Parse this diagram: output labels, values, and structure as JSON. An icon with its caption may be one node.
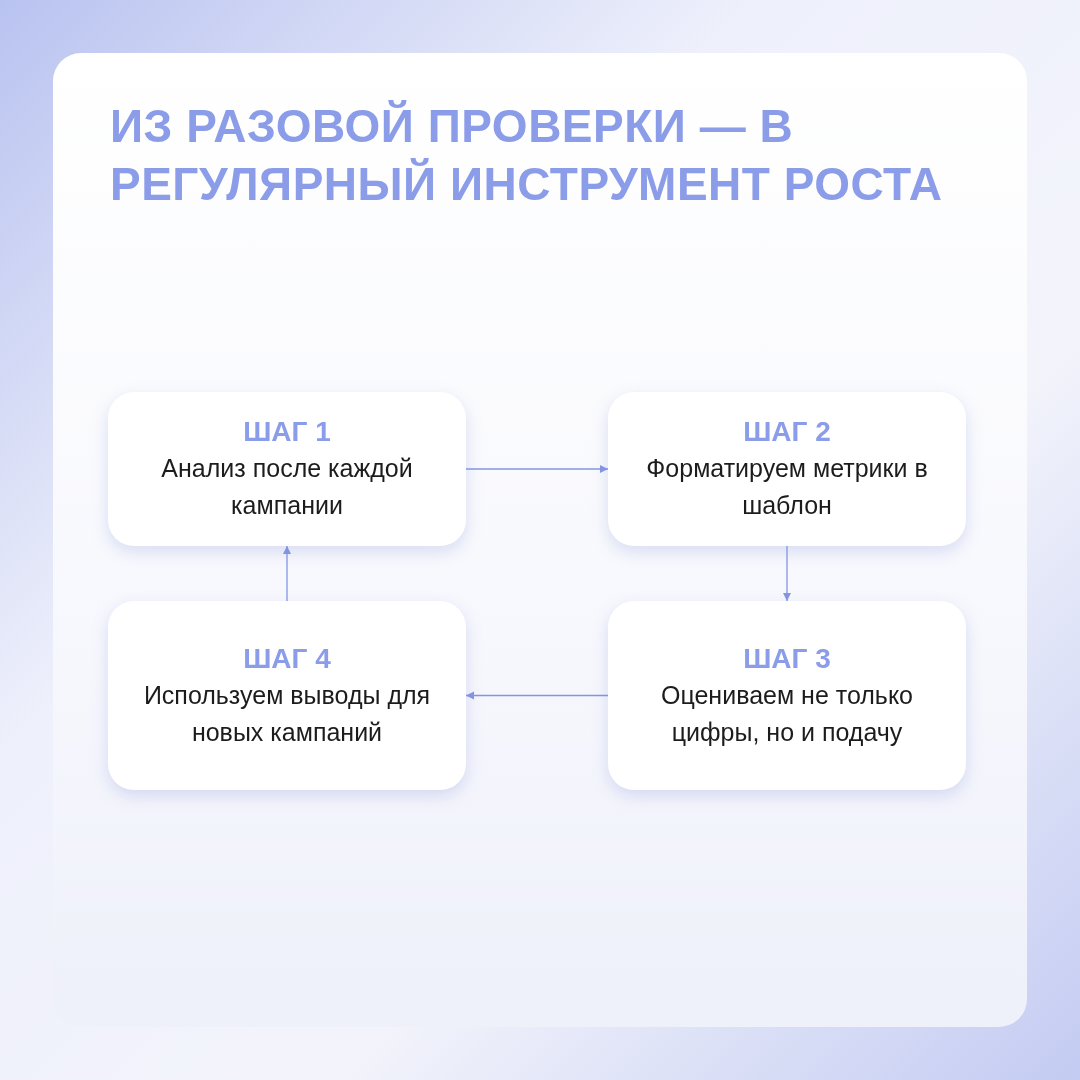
{
  "diagram": {
    "title": "ИЗ РАЗОВОЙ ПРОВЕРКИ — В РЕГУЛЯРНЫЙ ИНСТРУМЕНТ РОСТА",
    "nodes": [
      {
        "text": [
          "ШАГ 1",
          "Анализ после каждой кампании"
        ]
      },
      {
        "text": [
          "ШАГ 2",
          "Форматируем метрики в шаблон"
        ]
      },
      {
        "text": [
          "ШАГ 3",
          "Оцениваем не только цифры, но и подачу"
        ]
      },
      {
        "text": [
          "ШАГ 4",
          "Используем выводы для новых кампаний"
        ]
      }
    ],
    "edges": [
      {
        "from": 0,
        "to": 1,
        "arrow": "to"
      },
      {
        "from": 1,
        "to": 2,
        "arrow": "to"
      },
      {
        "from": 2,
        "to": 3,
        "arrow": "to"
      },
      {
        "from": 3,
        "to": 0,
        "arrow": "to"
      }
    ]
  }
}
